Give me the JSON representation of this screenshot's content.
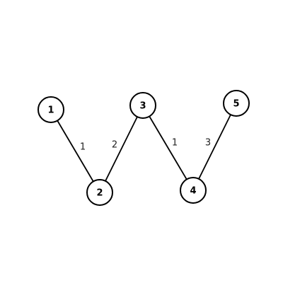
{
  "graph": {
    "nodes": [
      {
        "id": "1",
        "label": "1"
      },
      {
        "id": "2",
        "label": "2"
      },
      {
        "id": "3",
        "label": "3"
      },
      {
        "id": "4",
        "label": "4"
      },
      {
        "id": "5",
        "label": "5"
      }
    ],
    "edges": [
      {
        "from": "1",
        "to": "2",
        "weight": "1"
      },
      {
        "from": "2",
        "to": "3",
        "weight": "2"
      },
      {
        "from": "3",
        "to": "4",
        "weight": "1"
      },
      {
        "from": "4",
        "to": "5",
        "weight": "3"
      }
    ]
  }
}
